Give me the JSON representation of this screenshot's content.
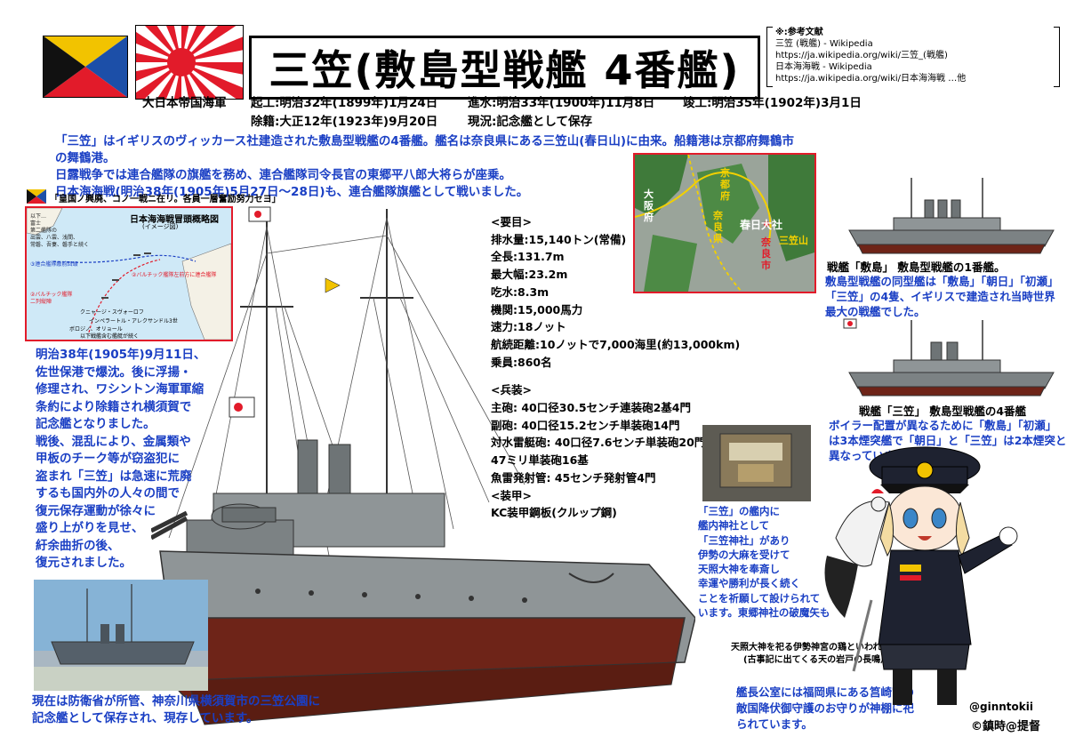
{
  "header": {
    "title": "三笠(敷島型戦艦 4番艦)",
    "navy": "大日本帝国海軍",
    "laid_down": "起工:明治32年(1899年)1月24日",
    "launched": "進水:明治33年(1900年)11月8日",
    "completed": "竣工:明治35年(1902年)3月1日",
    "decommissioned": "除籍:大正12年(1923年)9月20日",
    "status": "現況:記念艦として保存"
  },
  "references": [
    "※:参考文献",
    "三笠 (戦艦) - Wikipedia",
    "https://ja.wikipedia.org/wiki/三笠_(戦艦)",
    "日本海海戦 - Wikipedia",
    "https://ja.wikipedia.org/wiki/日本海海戦 …他"
  ],
  "intro": [
    "「三笠」はイギリスのヴィッカース社建造された敷島型戦艦の4番艦。艦名は奈良県にある三笠山(春日山)に由来。船籍港は京都府舞鶴市の舞鶴港。",
    "日露戦争では連合艦隊の旗艦を務め、連合艦隊司令長官の東郷平八郎大将らが座乗。",
    "日本海海戦(明治38年(1905年)5月27日〜28日)も、連合艦隊旗艦として戦いました。"
  ],
  "z_flag_caption": "「皇国ノ興廃、コノ一戦ニ在リ。各員一層奮励努力セヨ」",
  "battle_map": {
    "title": "日本海海戦冒頭概略図",
    "subtitle": "(イメージ図)",
    "notes": [
      "以下…",
      "富士",
      "第二艦隊の",
      "出雲、八雲、浅間、",
      "常磐、吾妻、磐手と続く",
      "③連合艦隊敵前回頭",
      "②バルチック艦隊左前方に連合艦隊",
      "②バルチック艦隊",
      "二列縦陣",
      "クニャージ・スヴォーロフ",
      "インペラートル・アレクサンドル3世",
      "ボロジノ、オリョール",
      "以下戦艦含む艦艇が続く"
    ]
  },
  "nara_map": {
    "labels": [
      "大阪府",
      "京都府",
      "奈良県",
      "春日大社",
      "奈良市",
      "三笠山"
    ]
  },
  "specs": {
    "heading": "<要目>",
    "items": [
      "排水量:15,140トン(常備)",
      "全長:131.7m",
      "最大幅:23.2m",
      "吃水:8.3m",
      "機関:15,000馬力",
      "速力:18ノット",
      "航続距離:10ノットで7,000海里(約13,000km)",
      "乗員:860名"
    ],
    "armament_heading": "<兵装>",
    "armament": [
      "主砲: 40口径30.5センチ連装砲2基4門",
      "副砲: 40口径15.2センチ単装砲14門",
      "対水雷艇砲: 40口径7.6センチ単装砲20門",
      "47ミリ単装砲16基",
      "魚雷発射管: 45センチ発射管4門"
    ],
    "armor_heading": "<装甲>",
    "armor": "KC装甲鋼板(クルップ鋼)"
  },
  "lore": [
    "明治38年(1905年)9月11日、",
    "佐世保港で爆沈。後に浮揚・",
    "修理され、ワシントン海軍軍縮",
    "条約により除籍され横須賀で",
    "記念艦となりました。",
    "戦後、混乱により、金属類や",
    "甲板のチーク等が窃盗犯に",
    "盗まれ「三笠」は急速に荒廃",
    "するも国内外の人々の間で",
    "復元保存運動が徐々に",
    "盛り上がりを見せ、",
    "紆余曲折の後、",
    "復元されました。"
  ],
  "photo_caption": [
    "現在は防衛省が所管、神奈川県横須賀市の三笠公園に",
    "記念艦として保存され、現存しています。"
  ],
  "shikishima": {
    "label": "戦艦「敷島」 敷島型戦艦の1番艦。",
    "desc": [
      "敷島型戦艦の同型艦は「敷島」「朝日」「初瀬」",
      "「三笠」の4隻、イギリスで建造され当時世界",
      "最大の戦艦でした。"
    ]
  },
  "mikasa_side": {
    "label": "戦艦「三笠」 敷島型戦艦の4番艦",
    "desc": [
      "ボイラー配置が異なるために「敷島」「初瀬」",
      "は3本煙突艦で「朝日」と「三笠」は2本煙突と",
      "異なっていました。"
    ]
  },
  "shrine": {
    "lines": [
      "「三笠」の艦内に",
      "艦内神社として",
      "「三笠神社」があり",
      "伊勢の大麻を受けて",
      "天照大神を奉斎し",
      "幸運や勝利が長く続く",
      "ことを祈願して設けられて",
      "います。東郷神社の破魔矢も"
    ],
    "note": [
      "天照大神を祀る伊勢神宮の鶏といわれています。",
      "(古事記に出てくる天の岩戸の長鳴鳥が由来)"
    ],
    "captain_room": [
      "艦長公室には福岡県にある筥崎宮の",
      "敵国降伏御守護のお守りが神棚に祀",
      "られています。"
    ]
  },
  "credits": {
    "handle": "@ginntokii",
    "copyright": "©鎮時@提督"
  },
  "colors": {
    "text_blue": "#1a3fc4",
    "frame_red": "#e21b2a",
    "hull_red": "#6e2418",
    "ship_grey": "#8f9597",
    "navy": "#1e2230"
  }
}
